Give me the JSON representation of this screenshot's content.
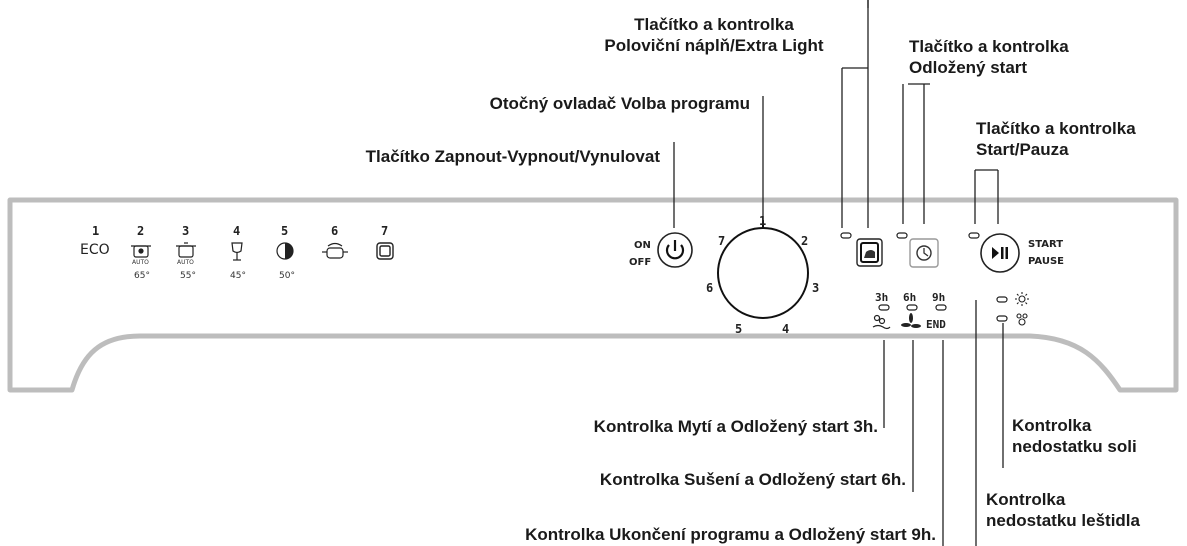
{
  "callouts": {
    "half_load": [
      "Tlačítko a kontrolka",
      "Poloviční náplň/Extra Light"
    ],
    "delay_start": [
      "Tlačítko a kontrolka",
      "Odložený start"
    ],
    "program_knob": "Otočný ovladač Volba programu",
    "on_off": "Tlačítko Zapnout-Vypnout/Vynulovat",
    "start_pause": [
      "Tlačítko a kontrolka",
      "Start/Pauza"
    ],
    "wash_led": "Kontrolka Mytí a Odložený start 3h.",
    "dry_led": "Kontrolka Sušení a Odložený start 6h.",
    "end_led": "Kontrolka Ukončení programu a Odložený start 9h.",
    "salt_led": [
      "Kontrolka",
      "nedostatku soli"
    ],
    "rinse_led": [
      "Kontrolka",
      "nedostatku leštidla"
    ]
  },
  "programs": [
    {
      "number": "1",
      "label": "ECO",
      "temp": "",
      "icon": "eco-text"
    },
    {
      "number": "2",
      "label": "AUTO",
      "temp": "65°",
      "icon": "pot-auto-icon"
    },
    {
      "number": "3",
      "label": "AUTO",
      "temp": "55°",
      "icon": "pot-auto-icon"
    },
    {
      "number": "4",
      "label": "",
      "temp": "45°",
      "icon": "glass-icon"
    },
    {
      "number": "5",
      "label": "",
      "temp": "50°",
      "icon": "quick-clock-icon"
    },
    {
      "number": "6",
      "label": "",
      "temp": "",
      "icon": "rinse-pot-icon"
    },
    {
      "number": "7",
      "label": "",
      "temp": "",
      "icon": "extra-icon"
    }
  ],
  "power": {
    "on": "ON",
    "off": "OFF",
    "icon": "power-icon"
  },
  "dial_numbers": [
    "1",
    "2",
    "3",
    "4",
    "5",
    "6",
    "7"
  ],
  "start_pause": {
    "start": "START",
    "pause": "PAUSE",
    "icon": "play-pause-icon"
  },
  "delay_leds": [
    {
      "hours": "3h",
      "symbol": "wash-icon"
    },
    {
      "hours": "6h",
      "symbol": "dry-fan-icon"
    },
    {
      "hours": "9h",
      "symbol": "END"
    }
  ],
  "warning_leds": [
    {
      "symbol": "rinse-aid-icon"
    },
    {
      "symbol": "salt-icon"
    }
  ]
}
